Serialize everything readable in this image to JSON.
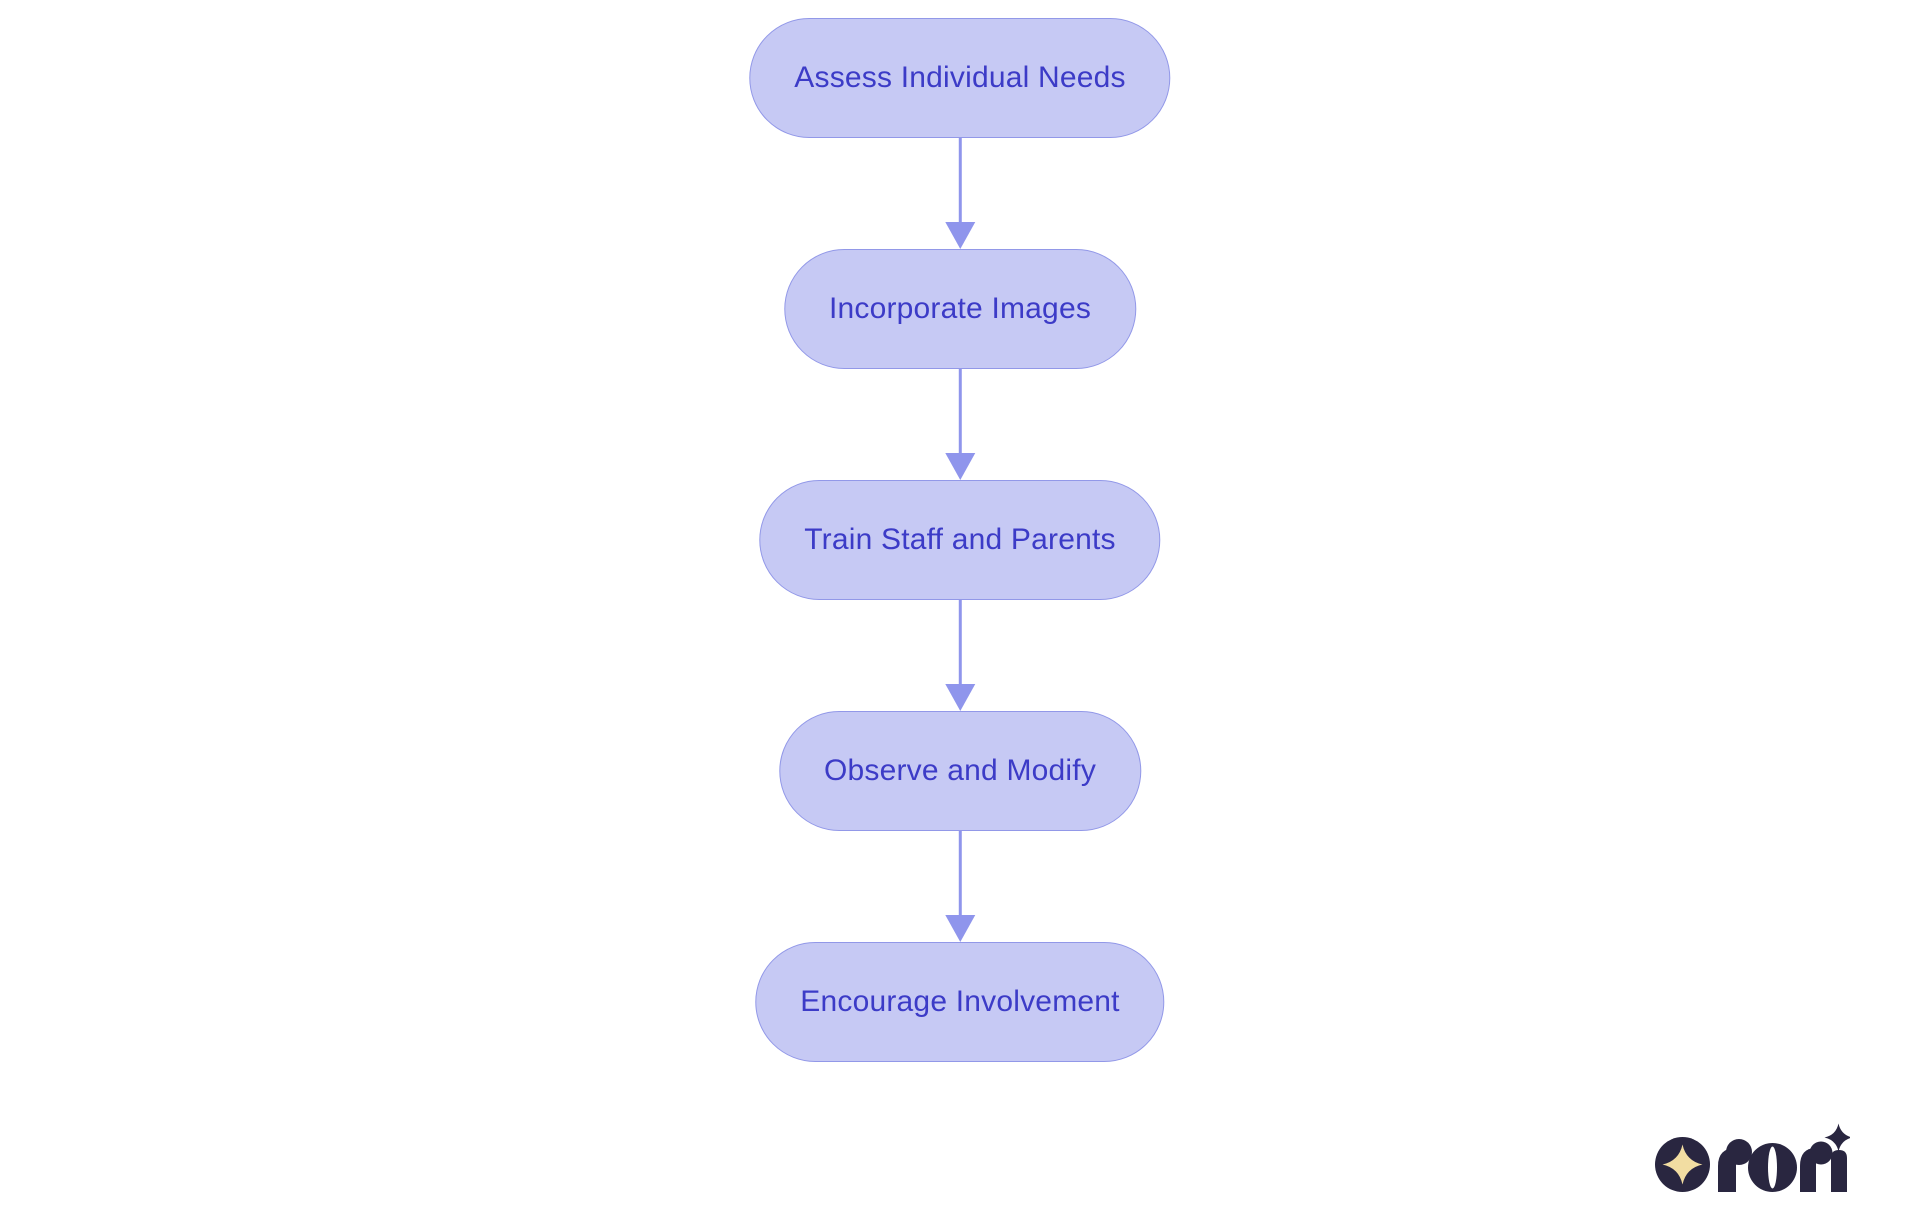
{
  "page": {
    "background": "#ffffff"
  },
  "colors": {
    "page-bg": "#ffffff",
    "node-fill": "#c6c9f4",
    "node-border": "#9298e8",
    "node-text": "#3c3bc7",
    "arrow": "#8f95ec",
    "logo-dark": "#292640",
    "logo-star": "#f2dda2"
  },
  "flowchart": {
    "type": "vertical-flowchart",
    "direction": "top-to-bottom",
    "nodes": [
      {
        "label": "Assess Individual Needs"
      },
      {
        "label": "Incorporate Images"
      },
      {
        "label": "Train Staff and Parents"
      },
      {
        "label": "Observe and Modify"
      },
      {
        "label": "Encourage Involvement"
      }
    ],
    "edges": [
      {
        "from": "Assess Individual Needs",
        "to": "Incorporate Images"
      },
      {
        "from": "Incorporate Images",
        "to": "Train Staff and Parents"
      },
      {
        "from": "Train Staff and Parents",
        "to": "Observe and Modify"
      },
      {
        "from": "Observe and Modify",
        "to": "Encourage Involvement"
      }
    ]
  },
  "logo": {
    "brand": "rori",
    "icon": "sparkle-in-circle-icon"
  }
}
